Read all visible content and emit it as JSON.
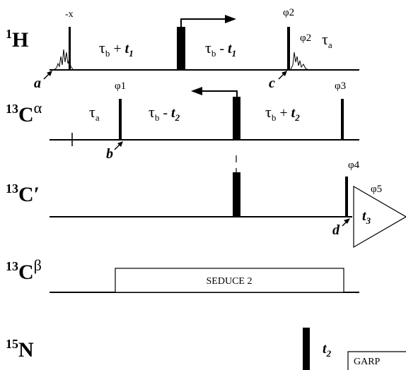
{
  "channels": {
    "h": {
      "mass": "1",
      "symbol": "H"
    },
    "ca": {
      "mass": "13",
      "symbol": "C",
      "sup": "α"
    },
    "cp": {
      "mass": "13",
      "symbol": "C′"
    },
    "cb": {
      "mass": "13",
      "symbol": "C",
      "sup": "β"
    },
    "n": {
      "mass": "15",
      "symbol": "N"
    }
  },
  "phases": {
    "minus_x": "-x",
    "phi1": "φ1",
    "phi2": "φ2",
    "phi2b": "φ2",
    "phi3": "φ3",
    "phi4": "φ4",
    "phi5": "φ5"
  },
  "delays": {
    "tau": "τ",
    "b": "b",
    "a": "a",
    "plus": " + ",
    "minus": " - ",
    "t": "t",
    "sub1": "1",
    "sub2": "2",
    "sub3": "3"
  },
  "points": {
    "a": "a",
    "b": "b",
    "c": "c",
    "d": "d"
  },
  "decoupling": {
    "seduce": "SEDUCE 2",
    "garp": "GARP"
  }
}
